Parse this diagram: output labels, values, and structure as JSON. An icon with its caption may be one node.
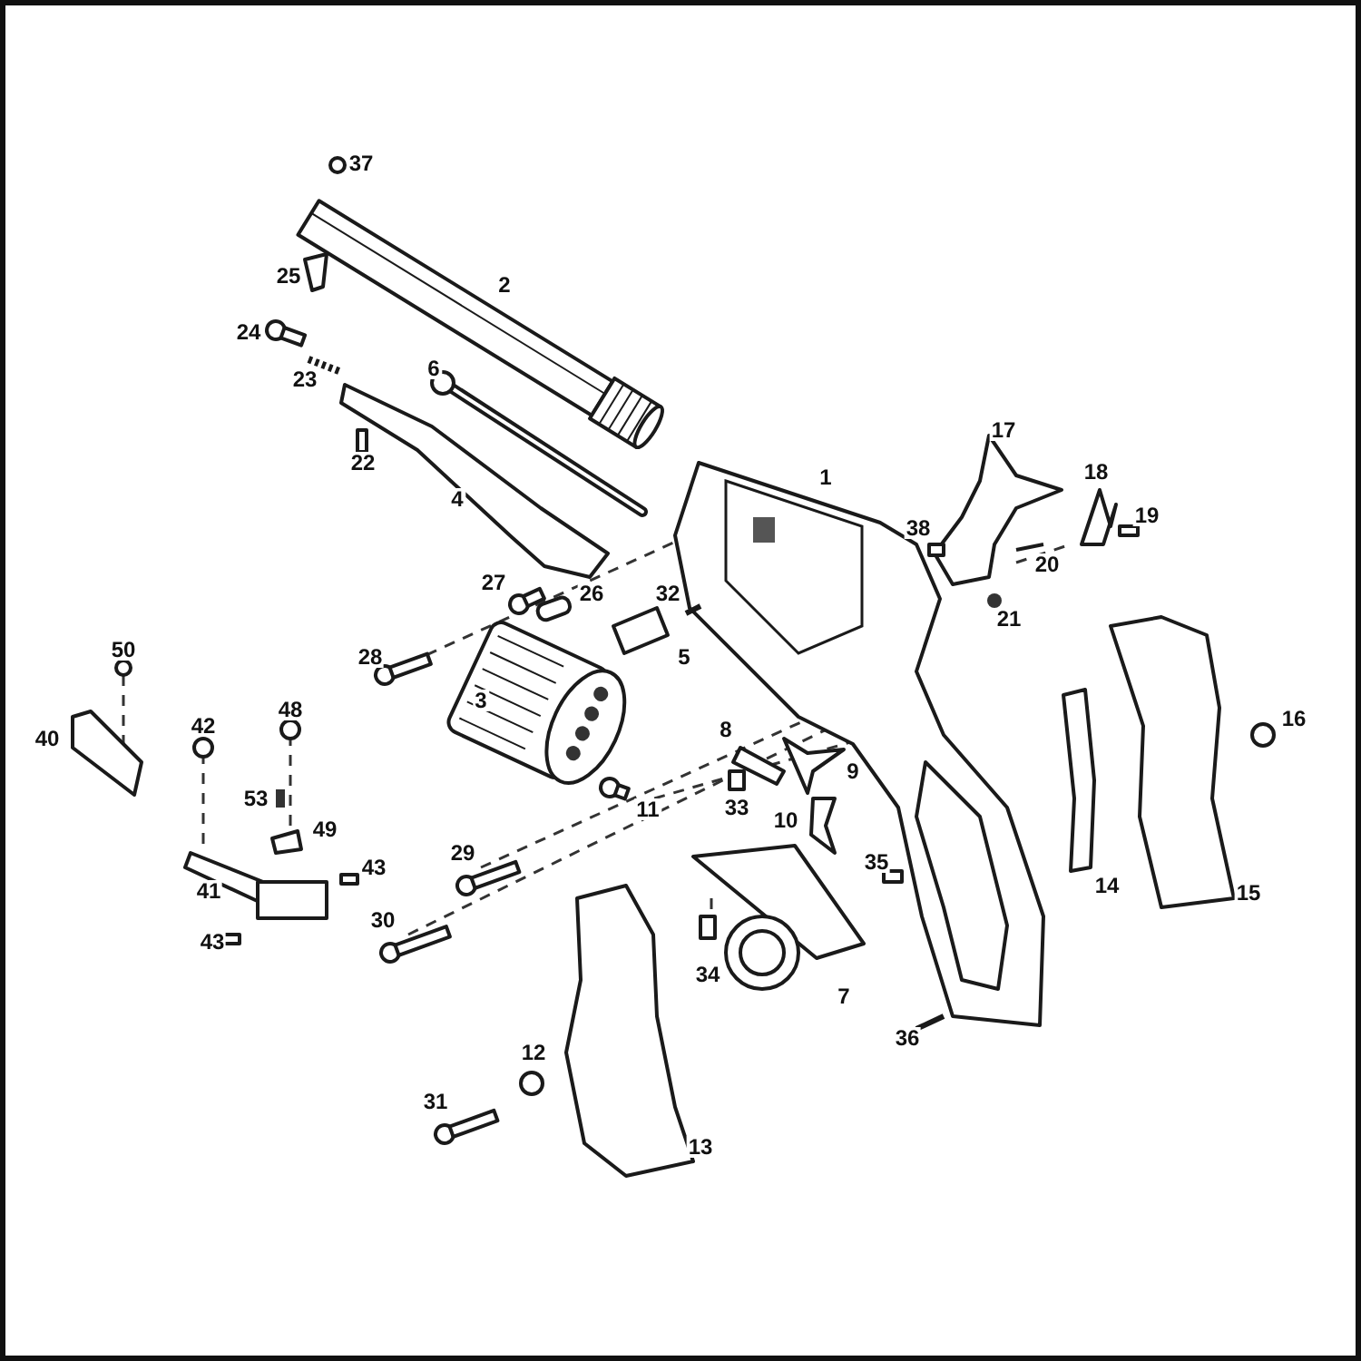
{
  "diagram": {
    "labels": [
      "37",
      "2",
      "25",
      "24",
      "23",
      "6",
      "17",
      "1",
      "22",
      "18",
      "4",
      "19",
      "38",
      "20",
      "21",
      "27",
      "26",
      "32",
      "5",
      "28",
      "50",
      "3",
      "42",
      "48",
      "40",
      "16",
      "8",
      "9",
      "33",
      "11",
      "53",
      "49",
      "10",
      "29",
      "43",
      "41",
      "35",
      "14",
      "15",
      "30",
      "43",
      "34",
      "7",
      "36",
      "12",
      "31",
      "13"
    ]
  }
}
